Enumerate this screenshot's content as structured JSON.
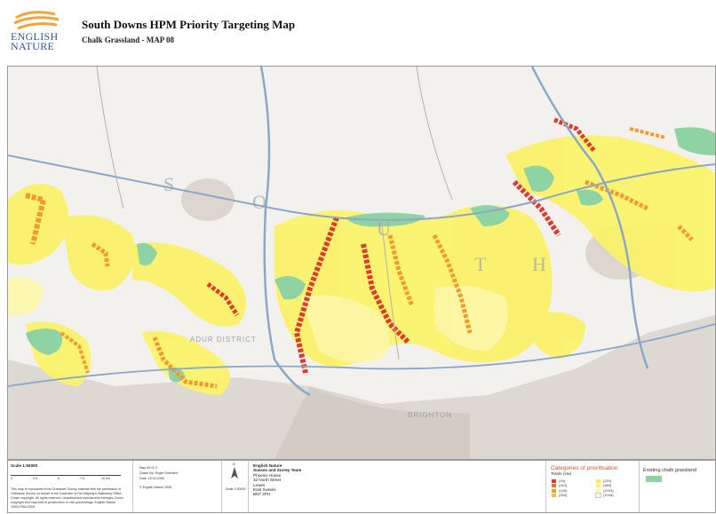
{
  "header": {
    "title": "South Downs HPM Priority Targeting Map",
    "subtitle": "Chalk Grassland - MAP 08",
    "logo_line1": "ENGLISH",
    "logo_line2": "NATURE"
  },
  "map": {
    "district_label": "ADUR DISTRICT",
    "town_label": "BRIGHTON",
    "big_letters": [
      "S",
      "O",
      "U",
      "T",
      "H"
    ],
    "colors": {
      "base": "#f2f1ee",
      "yellow": "#fbf26a",
      "pale_yellow": "#fdf7a8",
      "orange": "#f39a2e",
      "red": "#e0392a",
      "existing_green": "#8fd3a4",
      "road_blue": "#8ca7c7",
      "urban": "#d9d4cf"
    }
  },
  "footer": {
    "scale_label": "Scale 1:50000",
    "scale_ticks": [
      "0",
      "2.5",
      "5",
      "7.5",
      "10"
    ],
    "scale_unit": "km",
    "copyright_text": "This map is reproduced from Ordnance Survey material with the permission of Ordnance Survey on behalf of the Controller of Her Majesty's Stationery Office. Crown copyright. All rights reserved. Unauthorised reproduction infringes Crown copyright and may lead to prosecution or civil proceedings. English Nature 100017954 2005",
    "map_ref": "Map 08 v1.0",
    "drawn_by": "Drawn By: Roger Robinson",
    "date": "Date: 16.03.2006",
    "english_nature_credit": "© English Nature 2006",
    "north_label": "N",
    "north_sub": "Scale 1:50000",
    "address_lines": [
      "English Nature",
      "Sussex and Surrey Team",
      "Phoenix House",
      "32 North Street",
      "Lewes",
      "East Sussex",
      "BN7 2PH"
    ],
    "legend_title": "Categories of prioritisation",
    "legend_subtitle": "Totals (Ha)",
    "legend_col1": [
      {
        "label": "(19)",
        "color": "#e0392a"
      },
      {
        "label": "(110)",
        "color": "#ec6a2c"
      },
      {
        "label": "(149)",
        "color": "#f39a2e"
      },
      {
        "label": "(252)",
        "color": "#f7bd40"
      }
    ],
    "legend_col2": [
      {
        "label": "(210)",
        "color": "#fde36a"
      },
      {
        "label": "(483)",
        "color": "#fbf26a"
      },
      {
        "label": "(2020)",
        "color": "#fdf7a8"
      },
      {
        "label": "(1018)",
        "color": "#fefbd0"
      }
    ],
    "existing_title": "Existing chalk grassland",
    "existing_color": "#8fd3a4"
  }
}
